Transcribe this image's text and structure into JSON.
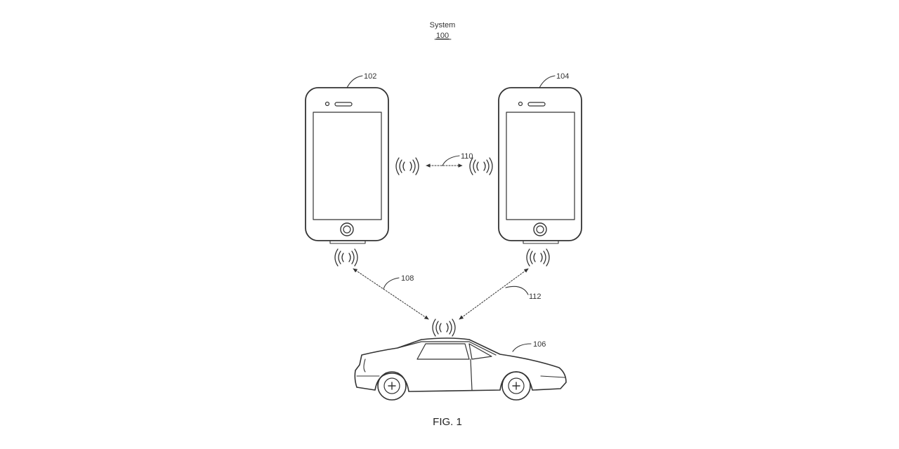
{
  "system": {
    "title": "System",
    "number": "100"
  },
  "devices": {
    "first_phone": {
      "ref": "102"
    },
    "second_phone": {
      "ref": "104"
    },
    "vehicle": {
      "ref": "106"
    }
  },
  "links": {
    "phone_to_vehicle_left": {
      "ref": "108"
    },
    "phone_to_phone": {
      "ref": "110"
    },
    "phone_to_vehicle_right": {
      "ref": "112"
    }
  },
  "figure": {
    "caption": "FIG. 1"
  }
}
